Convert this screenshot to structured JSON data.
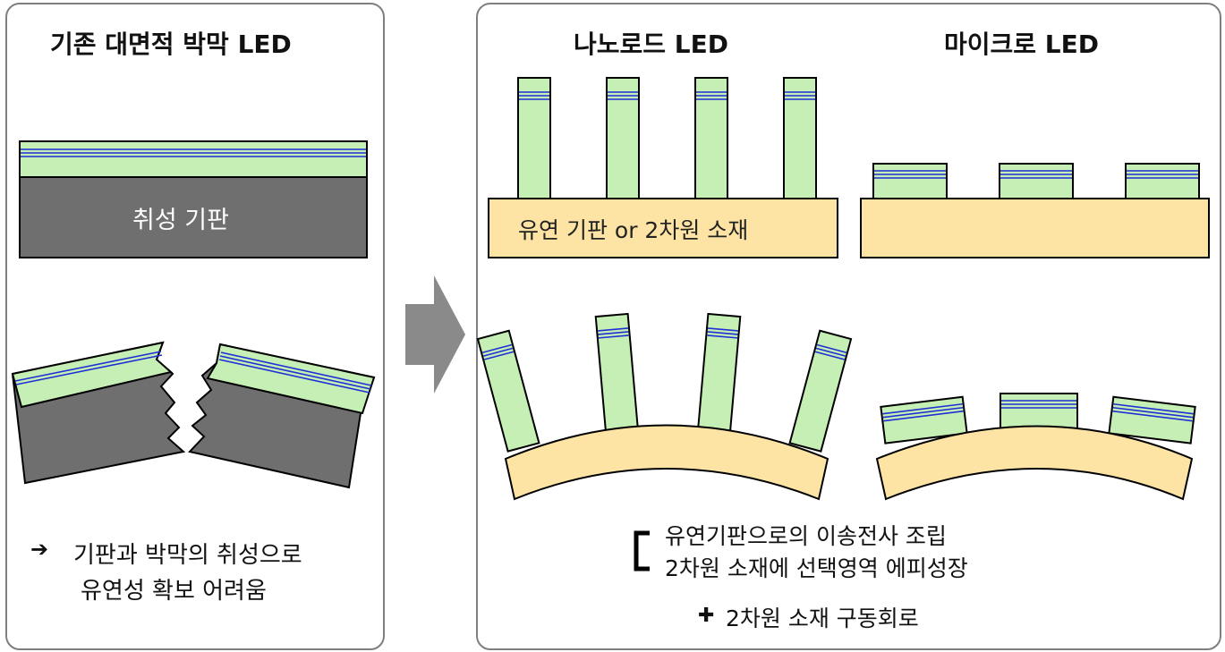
{
  "left": {
    "title": "기존 대면적 박막 LED",
    "substrate_label": "취성 기판",
    "note_arrow": "➔",
    "note_line1": "기판과 박막의 취성으로",
    "note_line2": "유연성 확보 어려움"
  },
  "right": {
    "nanorod_title": "나노로드 LED",
    "micro_title": "마이크로 LED",
    "flex_substrate_label": "유연 기판 or 2차원 소재",
    "bracket_line1": "유연기판으로의 이송전사 조립",
    "bracket_line2": "2차원 소재에 선택영역 에피성장",
    "plus_symbol": "✚",
    "plus_line": "2차원 소재 구동회로"
  },
  "colors": {
    "led_green": "#c5efb4",
    "quantum_well_blue": "#1f2fd6",
    "brittle_substrate": "#6f6f6f",
    "flexible_substrate": "#fde4a4",
    "arrow_gray": "#8a8a8a",
    "panel_border": "#7f7f7f"
  }
}
